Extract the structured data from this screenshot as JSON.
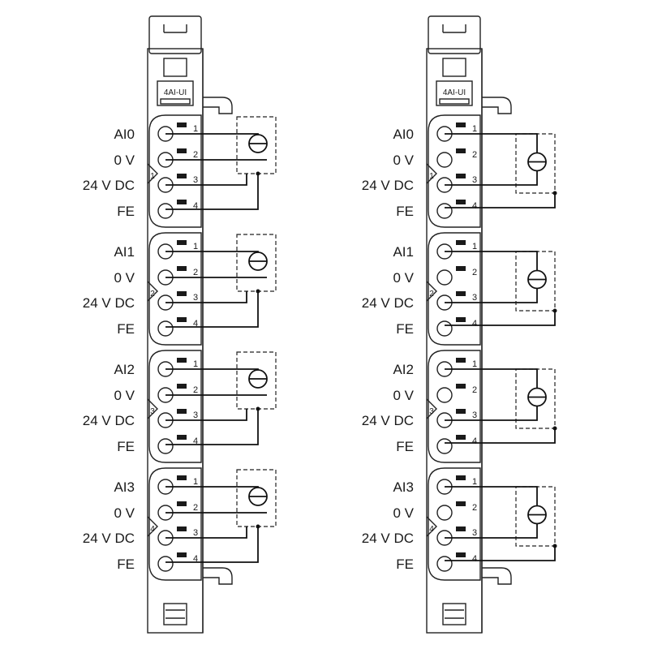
{
  "modules": [
    {
      "id": "left",
      "label": "4AI-UI",
      "sensor": "2-wire",
      "groups": [
        {
          "index": "1",
          "signal": "AI0"
        },
        {
          "index": "2",
          "signal": "AI1"
        },
        {
          "index": "3",
          "signal": "AI2"
        },
        {
          "index": "4",
          "signal": "AI3"
        }
      ]
    },
    {
      "id": "right",
      "label": "4AI-UI",
      "sensor": "3-wire",
      "groups": [
        {
          "index": "1",
          "signal": "AI0"
        },
        {
          "index": "2",
          "signal": "AI1"
        },
        {
          "index": "3",
          "signal": "AI2"
        },
        {
          "index": "4",
          "signal": "AI3"
        }
      ]
    }
  ],
  "terminal_labels": [
    "",
    "0 V",
    "24 V DC",
    "FE"
  ],
  "pin_numbers": [
    "1",
    "2",
    "3",
    "4"
  ]
}
